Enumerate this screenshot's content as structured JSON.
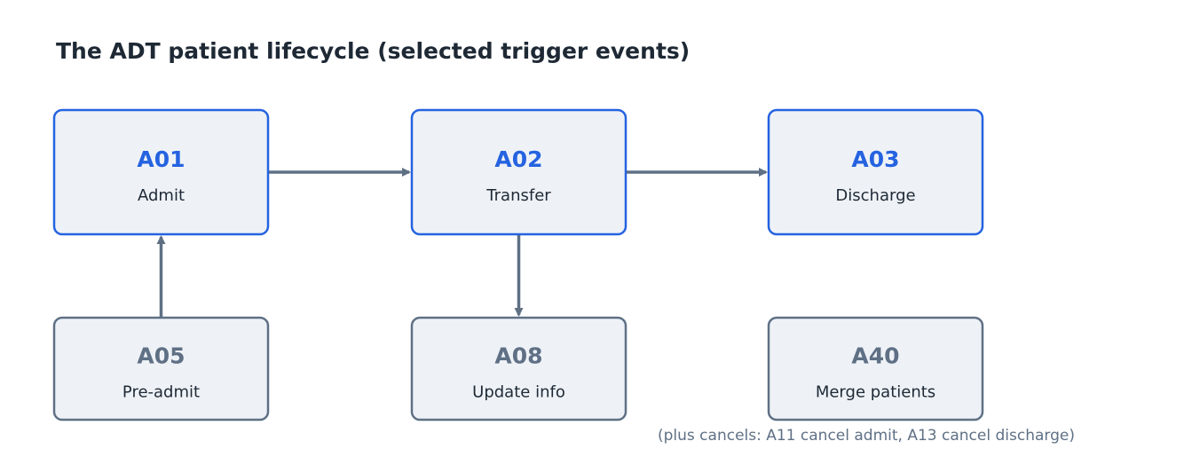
{
  "title": "The ADT patient lifecycle (selected trigger events)",
  "colors": {
    "primary": "#2563e0",
    "secondary": "#5f7085",
    "node_fill": "#eef2f7",
    "text": "#1e2935",
    "arrow": "#5f7085"
  },
  "nodes": [
    {
      "id": "a01",
      "code": "A01",
      "label": "Admit",
      "style": "primary"
    },
    {
      "id": "a02",
      "code": "A02",
      "label": "Transfer",
      "style": "primary"
    },
    {
      "id": "a03",
      "code": "A03",
      "label": "Discharge",
      "style": "primary"
    },
    {
      "id": "a05",
      "code": "A05",
      "label": "Pre-admit",
      "style": "secondary"
    },
    {
      "id": "a08",
      "code": "A08",
      "label": "Update info",
      "style": "secondary"
    },
    {
      "id": "a40",
      "code": "A40",
      "label": "Merge patients",
      "style": "secondary"
    }
  ],
  "edges": [
    {
      "from": "a01",
      "to": "a02"
    },
    {
      "from": "a02",
      "to": "a03"
    },
    {
      "from": "a05",
      "to": "a01"
    },
    {
      "from": "a02",
      "to": "a08"
    }
  ],
  "footnote": "(plus cancels: A11 cancel admit, A13 cancel discharge)"
}
